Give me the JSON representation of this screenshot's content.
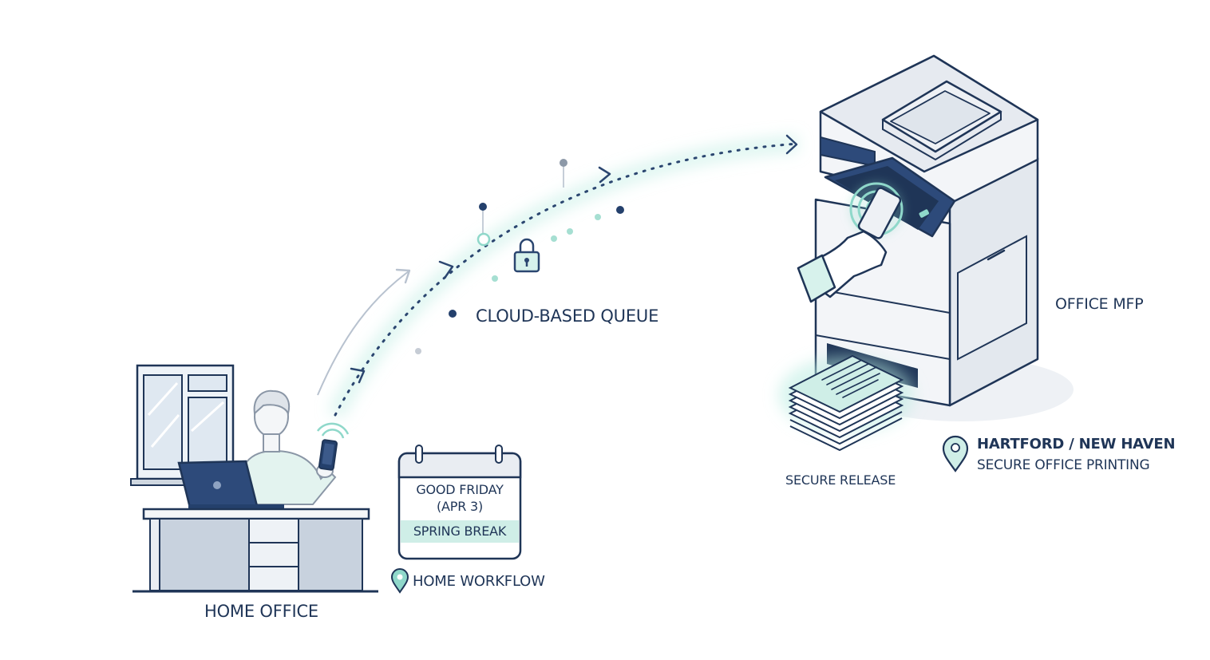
{
  "labels": {
    "home_office": "HOME OFFICE",
    "cloud_queue": "CLOUD-BASED QUEUE",
    "office_mfp": "OFFICE MFP",
    "secure_release": "SECURE RELEASE",
    "home_workflow": "HOME WORKFLOW",
    "location_title": "HARTFORD / NEW HAVEN",
    "location_subtitle": "SECURE OFFICE PRINTING"
  },
  "calendar": {
    "line1": "GOOD FRIDAY",
    "line2": "(APR 3)",
    "band": "SPRING BREAK"
  },
  "icons": {
    "lock": "lock-icon",
    "pin": "map-pin-icon",
    "phone": "smartphone-icon",
    "laptop": "laptop-icon",
    "nfc": "nfc-signal-icon"
  },
  "colors": {
    "navy": "#1f3557",
    "teal": "#7fd3c4",
    "teal_light": "#d7f2ec",
    "gray_fill": "#e9edf2",
    "panel_blue": "#2d4a7a"
  }
}
